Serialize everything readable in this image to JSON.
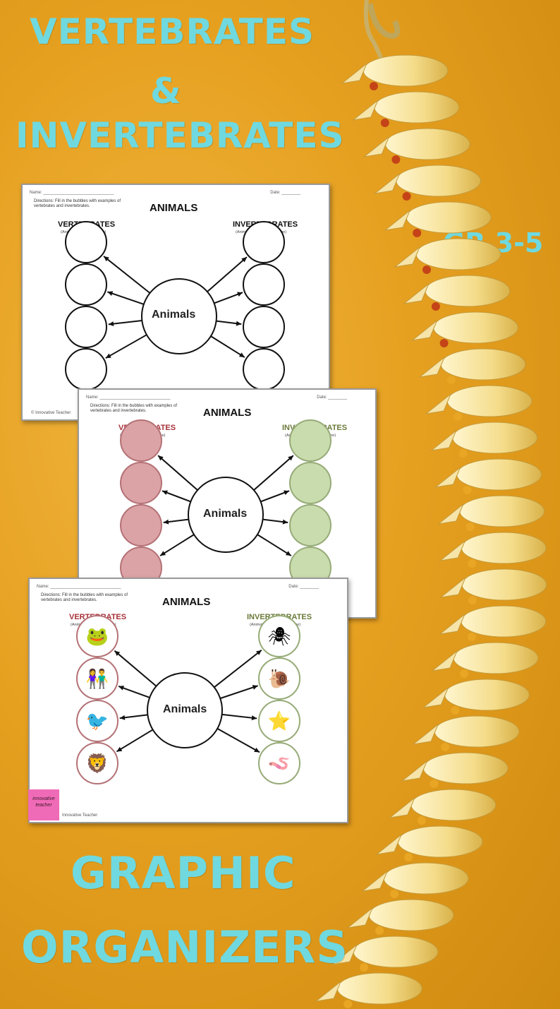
{
  "poster": {
    "title_line1": "VERTEBRATES",
    "title_line2": "&",
    "title_line3": "INVERTEBRATES",
    "grade": "GR 3-5",
    "bottom_line1": "GRAPHIC",
    "bottom_line2": "ORGANIZERS",
    "accent_color": "#6fd9df"
  },
  "worksheet": {
    "name_label": "Name: ______________________________",
    "date_label": "Date: ________",
    "directions": "Directions:  Fill in the bubbles with examples of vertebrates and invertebrates.",
    "title": "ANIMALS",
    "left_heading": "VERTEBRATES",
    "left_sub": "(Animals with a backbone)",
    "right_heading": "INVERTEBRATES",
    "right_sub": "(Animals without a backbone)",
    "center": "Animals",
    "copyright": "© Innovative Teacher"
  },
  "sheet3": {
    "copyright": "Innovative Teacher",
    "vertebrate_icons": [
      "frog-icon",
      "children-icon",
      "bird-icon",
      "lion-icon"
    ],
    "invertebrate_icons": [
      "spider-icon",
      "snail-icon",
      "starfish-icon",
      "worm-icon"
    ]
  },
  "colors": {
    "vertebrate_red": "#a8323a",
    "invertebrate_green": "#6b7a3a",
    "pink_fill": "#dca3a6",
    "green_fill": "#c9dcae"
  },
  "logo": {
    "text": "innovative teacher"
  }
}
